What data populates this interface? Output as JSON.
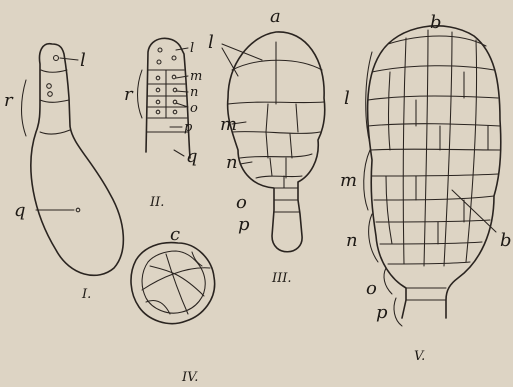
{
  "plate": {
    "figures": [
      {
        "numeral": "I.",
        "labels": {
          "l": "l",
          "r": "r",
          "q": "q"
        }
      },
      {
        "numeral": "II.",
        "labels": {
          "l": "l",
          "r": "r",
          "m": "m",
          "n": "n",
          "o": "o",
          "p": "p",
          "q": "q"
        }
      },
      {
        "numeral": "III.",
        "labels": {
          "a": "a",
          "l": "l",
          "m": "m",
          "n": "n",
          "o": "o",
          "p": "p"
        }
      },
      {
        "numeral": "IV.",
        "labels": {
          "c": "c"
        }
      },
      {
        "numeral": "V.",
        "labels": {
          "b_top": "b",
          "l": "l",
          "m": "m",
          "n": "n",
          "o": "o",
          "p": "p",
          "b_right": "b"
        }
      }
    ]
  }
}
